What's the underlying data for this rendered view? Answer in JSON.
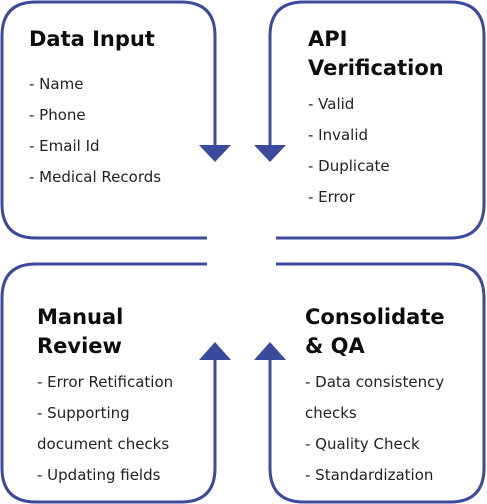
{
  "colors": {
    "border": "#3b4a9c",
    "arrow": "#3b4a9c",
    "title": "#0d0d0d",
    "text": "#222222"
  },
  "boxes": {
    "data_input": {
      "title": "Data Input",
      "items": [
        "- Name",
        "- Phone",
        "- Email Id",
        "- Medical Records"
      ]
    },
    "api_verification": {
      "title_line1": "API",
      "title_line2": "Verification",
      "items": [
        "- Valid",
        "- Invalid",
        "- Duplicate",
        "- Error"
      ]
    },
    "manual_review": {
      "title_line1": "Manual",
      "title_line2": "Review",
      "items": [
        "- Error Retification",
        "- Supporting",
        "document checks",
        "- Updating fields"
      ]
    },
    "consolidate_qa": {
      "title_line1": "Consolidate",
      "title_line2": "& QA",
      "items": [
        "- Data consistency",
        "checks",
        "- Quality Check",
        "- Standardization"
      ]
    }
  },
  "arrows": [
    {
      "name": "down-arrow-left",
      "direction": "down"
    },
    {
      "name": "down-arrow-right",
      "direction": "down"
    },
    {
      "name": "up-arrow-left",
      "direction": "up"
    },
    {
      "name": "up-arrow-right",
      "direction": "up"
    }
  ]
}
